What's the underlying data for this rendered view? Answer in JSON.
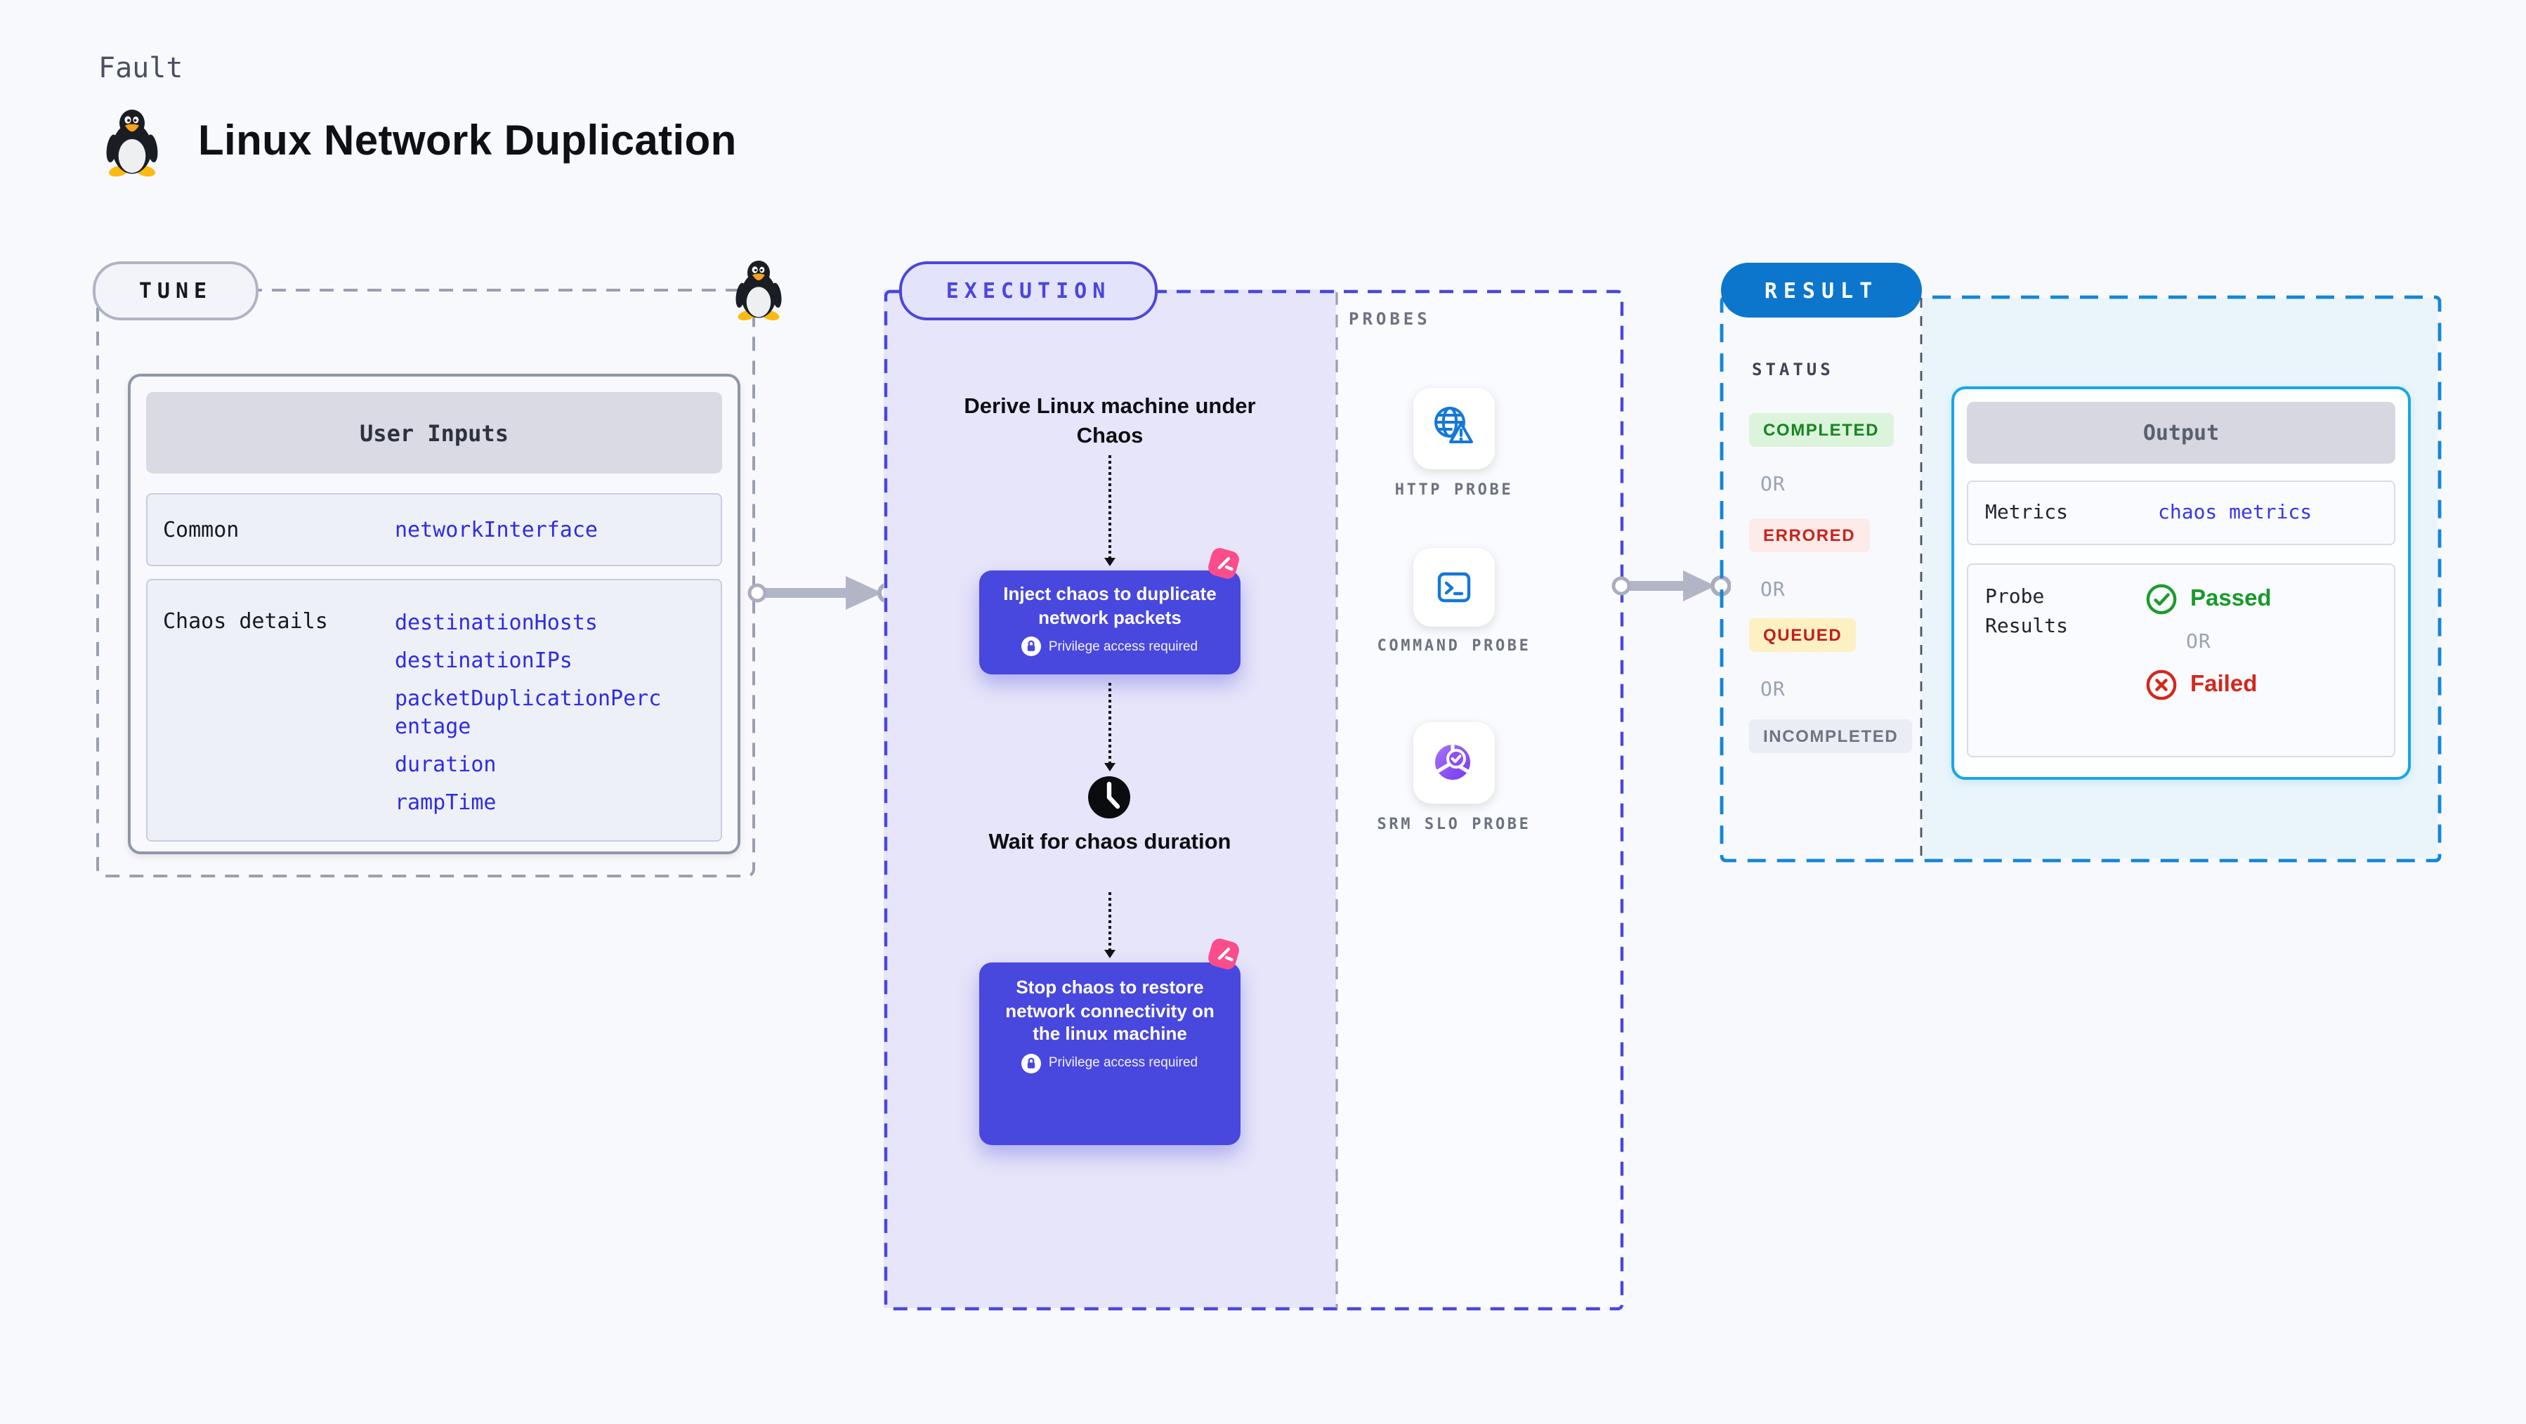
{
  "page": {
    "eyebrow": "Fault",
    "title": "Linux Network Duplication"
  },
  "tune": {
    "badge": "TUNE",
    "table": {
      "header": "User Inputs",
      "rows": [
        {
          "label": "Common",
          "values": [
            "networkInterface"
          ]
        },
        {
          "label": "Chaos details",
          "values": [
            "destinationHosts",
            "destinationIPs",
            "packetDuplicationPercentage",
            "duration",
            "rampTime"
          ]
        }
      ]
    }
  },
  "execution": {
    "badge": "EXECUTION",
    "steps": {
      "derive": "Derive Linux machine under Chaos",
      "inject": "Inject chaos to duplicate network packets",
      "wait": "Wait for chaos duration",
      "stop": "Stop chaos to restore network connectivity on the linux machine",
      "privilege_note": "Privilege access required"
    },
    "probes": {
      "label": "PROBES",
      "items": [
        {
          "label": "HTTP PROBE",
          "icon": "globe-alert-icon"
        },
        {
          "label": "COMMAND PROBE",
          "icon": "terminal-icon"
        },
        {
          "label": "SRM SLO PROBE",
          "icon": "slo-donut-check-icon"
        }
      ]
    }
  },
  "result": {
    "badge": "RESULT",
    "status": {
      "label": "STATUS",
      "separator": "OR",
      "items": [
        "COMPLETED",
        "ERRORED",
        "QUEUED",
        "INCOMPLETED"
      ]
    },
    "output": {
      "header": "Output",
      "metrics_label": "Metrics",
      "metrics_value": "chaos metrics",
      "probe_results_label": "Probe Results",
      "passed": "Passed",
      "or": "OR",
      "failed": "Failed"
    }
  },
  "icons": {
    "linux-penguin-icon": "tux penguin",
    "chaos-icon": "pink chaos logo",
    "lock-icon": "privilege lock",
    "clock-icon": "wait clock",
    "globe-alert-icon": "globe with warning triangle",
    "terminal-icon": "command prompt",
    "slo-donut-check-icon": "segmented donut with check",
    "check-circle-icon": "green circled check",
    "x-circle-icon": "red circled x"
  },
  "colors": {
    "page_bg": "#f8f9fc",
    "indigo": "#4847de",
    "indigo_border": "#4b46dd",
    "lavender_bg": "#e6e5f9",
    "result_blue": "#0b76cc",
    "result_dash": "#1486d8",
    "output_border": "#16a7e8",
    "light_cyan_bg": "#e9f5fb",
    "value_blue": "#2e2ce2",
    "pink": "#fb4d8a",
    "green": "#17851f",
    "red": "#c3271e",
    "gray_arrow": "#b2b5c6",
    "completed_bg": "#dcf3dc",
    "errored_bg": "#fcebe9",
    "queued_bg": "#fdf1c3",
    "incompleted_bg": "#ebedf4"
  }
}
